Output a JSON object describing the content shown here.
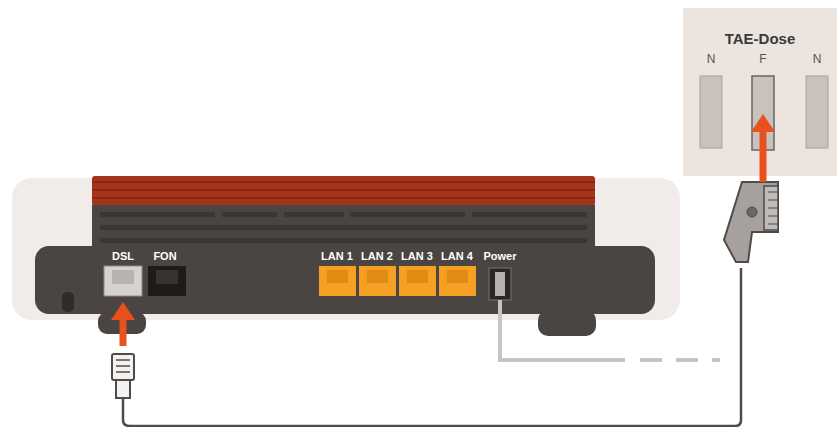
{
  "diagram": {
    "nodes": [
      {
        "text": [
          "TAE-Dose"
        ]
      }
    ],
    "labels": [
      "N",
      "F",
      "N",
      "DSL",
      "FON",
      "LAN 1",
      "LAN 2",
      "LAN 3",
      "LAN 4",
      "Power"
    ]
  }
}
